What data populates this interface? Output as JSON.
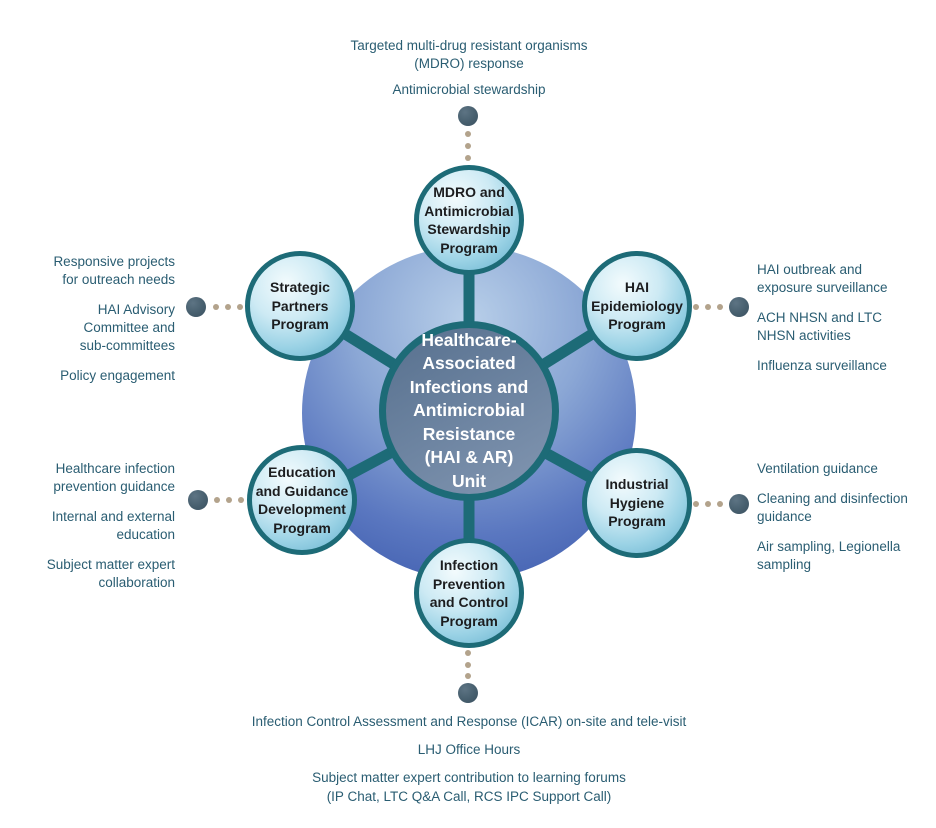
{
  "palette": {
    "teal_border": "#1d6b77",
    "annotation_text": "#2a5d72",
    "node_text": "#1c1d1f",
    "center_text": "#ffffff",
    "big_circle_edge": "#3856a9",
    "big_circle_light": "#b8cfe9",
    "satellite_light": "#f3fbfd",
    "satellite_deep": "#5fadcb",
    "big_dot": "#475f6e",
    "small_dot": "#b3a38c"
  },
  "center": {
    "label": "Healthcare-\nAssociated\nInfections and\nAntimicrobial\nResistance\n(HAI & AR)\nUnit"
  },
  "nodes": {
    "mdro": {
      "label": "MDRO and\nAntimicrobial\nStewardship\nProgram"
    },
    "strategic": {
      "label": "Strategic\nPartners\nProgram"
    },
    "hai_epi": {
      "label": "HAI\nEpidemiology\nProgram"
    },
    "education": {
      "label": "Education\nand Guidance\nDevelopment\nProgram"
    },
    "industrial": {
      "label": "Industrial\nHygiene\nProgram"
    },
    "ipc": {
      "label": "Infection\nPrevention\nand Control\nProgram"
    }
  },
  "annotations": {
    "top": {
      "items": [
        "Targeted multi-drug resistant organisms\n(MDRO) response",
        "Antimicrobial stewardship"
      ]
    },
    "left_upper": {
      "items": [
        "Responsive projects\nfor outreach needs",
        "HAI Advisory\nCommittee and\nsub-committees",
        "Policy engagement"
      ]
    },
    "right_upper": {
      "items": [
        "HAI outbreak and\nexposure surveillance",
        "ACH NHSN and LTC\nNHSN activities",
        "Influenza surveillance"
      ]
    },
    "left_lower": {
      "items": [
        "Healthcare infection\nprevention guidance",
        "Internal and external\neducation",
        "Subject matter expert\ncollaboration"
      ]
    },
    "right_lower": {
      "items": [
        "Ventilation guidance",
        "Cleaning and disinfection\nguidance",
        "Air sampling, Legionella\nsampling"
      ]
    },
    "bottom": {
      "items": [
        "Infection Control Assessment and Response (ICAR) on-site and tele-visit",
        "LHJ Office Hours",
        "Subject matter expert contribution to learning forums\n(IP Chat, LTC Q&A Call, RCS IPC Support Call)"
      ]
    }
  }
}
